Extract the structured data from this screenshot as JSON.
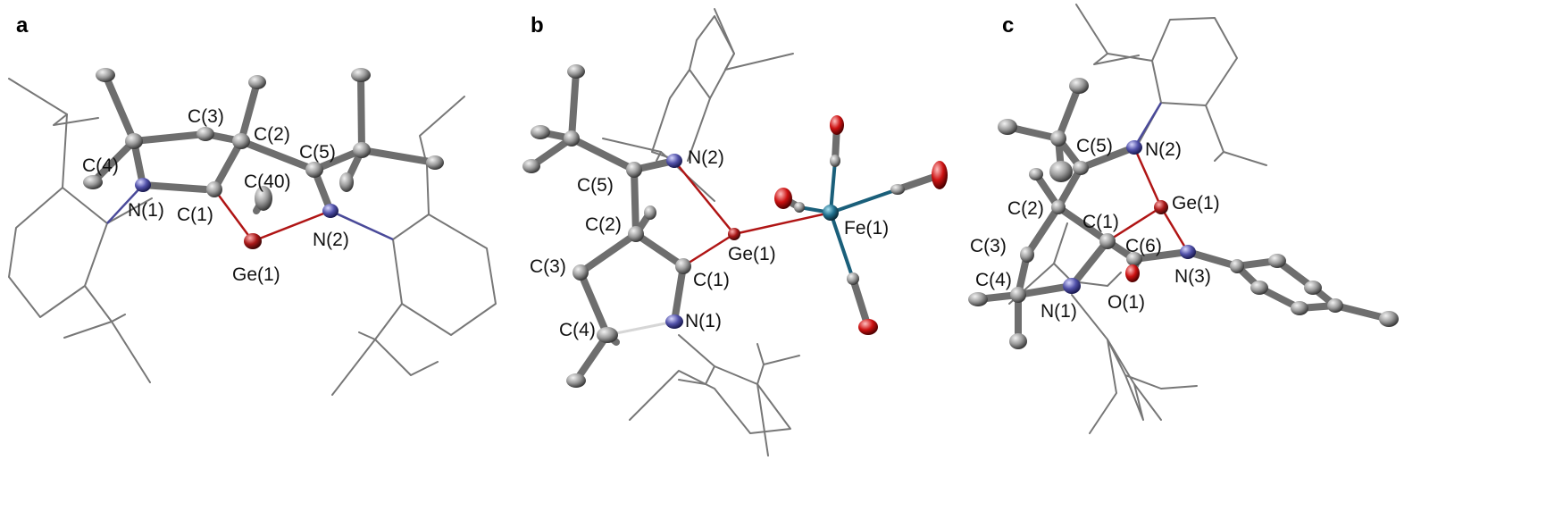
{
  "figure": {
    "panels": [
      {
        "id": "a",
        "label": "a",
        "atom_labels": [
          "C(4)",
          "C(3)",
          "C(2)",
          "C(5)",
          "C(40)",
          "N(1)",
          "C(1)",
          "N(2)",
          "Ge(1)"
        ]
      },
      {
        "id": "b",
        "label": "b",
        "atom_labels": [
          "N(2)",
          "C(5)",
          "Fe(1)",
          "C(2)",
          "Ge(1)",
          "C(3)",
          "C(1)",
          "C(4)",
          "N(1)"
        ]
      },
      {
        "id": "c",
        "label": "c",
        "atom_labels": [
          "C(5)",
          "N(2)",
          "Ge(1)",
          "C(2)",
          "C(1)",
          "C(3)",
          "C(6)",
          "C(4)",
          "N(3)",
          "O(1)",
          "N(1)"
        ]
      }
    ],
    "colors": {
      "carbon": "#9a9a9a",
      "nitrogen": "#5050a8",
      "germanium": "#a81818",
      "iron": "#1f6e8c",
      "oxygen": "#cc1111",
      "wireframe": "#777777"
    }
  }
}
